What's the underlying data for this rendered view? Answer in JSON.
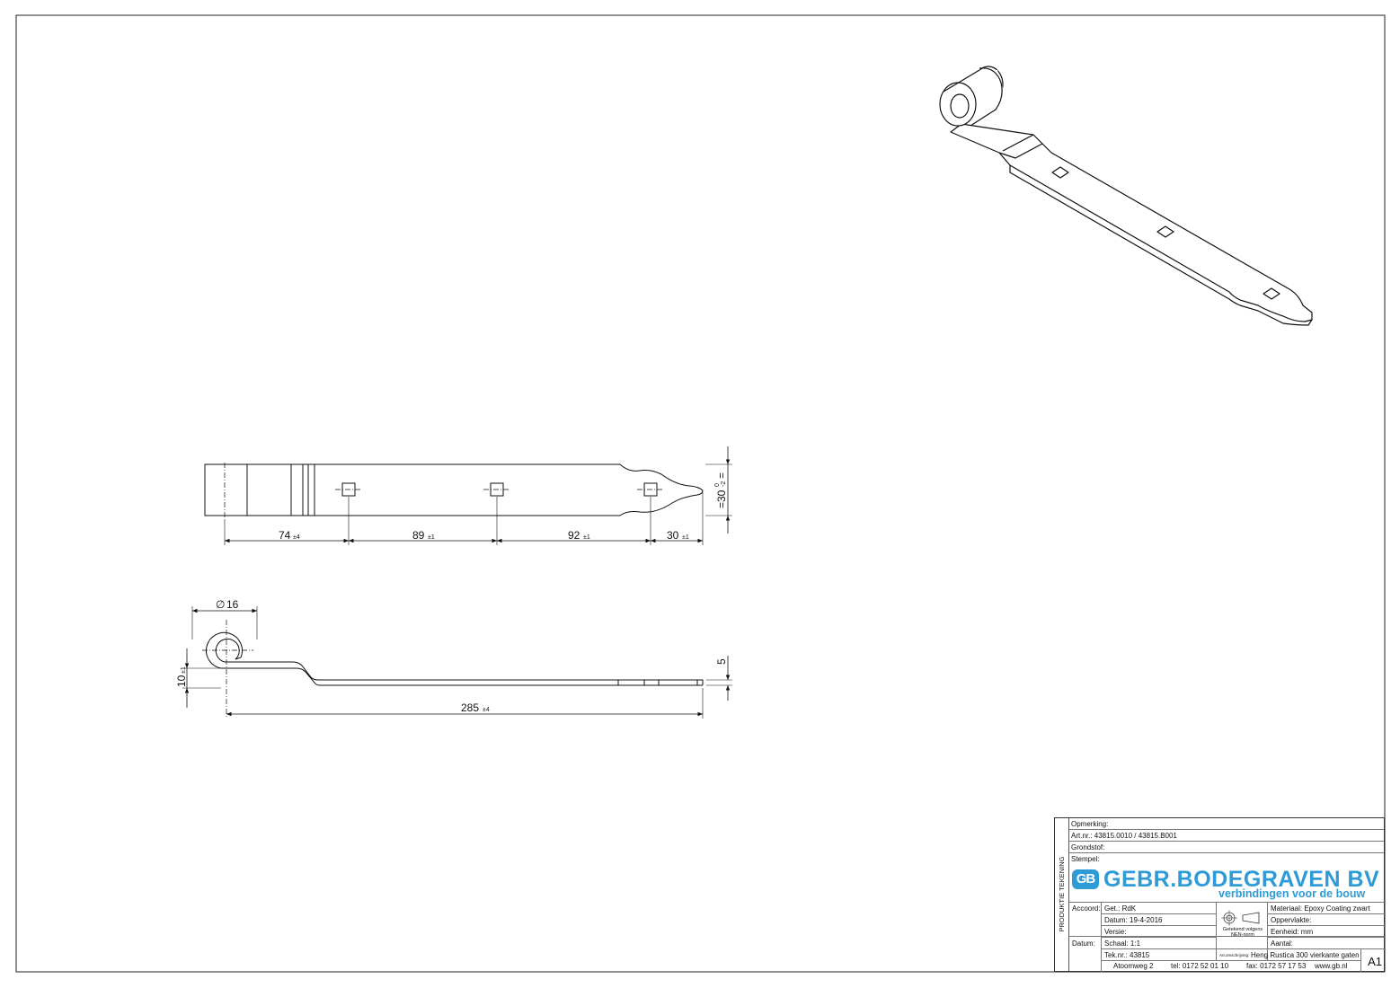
{
  "drawing": {
    "dimensions": {
      "d74": "74",
      "d74_tol": "±4",
      "d89": "89",
      "d89_tol": "±1",
      "d92": "92",
      "d92_tol": "±1",
      "d30": "30",
      "d30_tol": "±1",
      "width": "=30",
      "width_tol_upper": "0",
      "width_tol_lower": "-2",
      "width_suffix": "=",
      "diameter_symbol": "∅",
      "diameter": "16",
      "offset": "10",
      "offset_tol": "±1",
      "thickness": "5",
      "length": "285",
      "length_tol": "±4"
    }
  },
  "title_block": {
    "side_label": "PRODUKTIE TEKENING",
    "opmerking": "Opmerking:",
    "artnr": "Art.nr.:  43815.0010 / 43815.B001",
    "grondstof": "Grondstof:",
    "stempel": "Stempel:",
    "company_mark": "GB",
    "company_name": "GEBR.BODEGRAVEN BV",
    "company_tagline": "verbindingen voor de bouw",
    "accoord": "Accoord:",
    "datum_label": "Datum:",
    "getekend": "Get.: RdK",
    "datum": "Datum: 19-4-2016",
    "versie": "Versie:",
    "schaal": "Schaal: 1:1",
    "teknr": "Tek.nr.: 43815",
    "nen_note_1": "Getekend volgens",
    "nen_note_2": "NEN-norm",
    "materiaal": "Materiaal: Epoxy Coating zwart",
    "oppervlakte": "Oppervlakte:",
    "eenheid": "Eenheid: mm",
    "aantal": "Aantal:",
    "omschrijving_label": "Art.omschrijving:",
    "omschrijving": "Heng Rustica 300 vierkante gaten",
    "address": "Atoomweg 2",
    "tel": "tel: 0172 52 01 10",
    "fax": "fax: 0172 57 17 53",
    "web": "www.gb.nl",
    "sheet_size": "A1"
  }
}
